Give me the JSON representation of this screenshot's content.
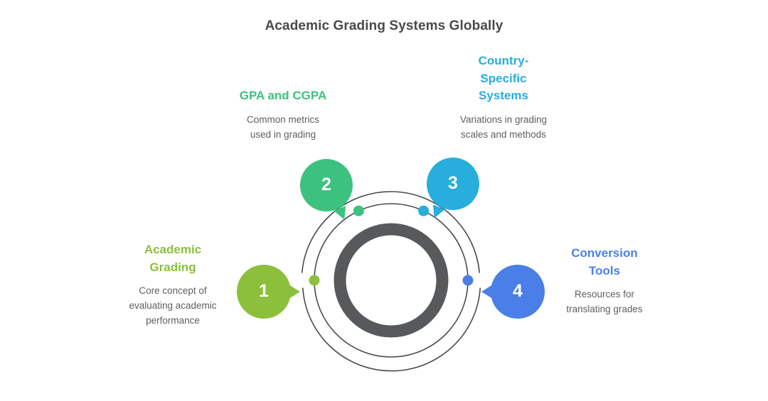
{
  "header": {
    "title": "Academic Grading Systems Globally"
  },
  "colors": {
    "step1": "#8CC03C",
    "step2": "#3CC27E",
    "step3": "#27AEDC",
    "step4": "#4A7FE8",
    "ring_dark": "#58595B",
    "ring_thin": "#4a4a4a",
    "title_text": "#4a4a4a",
    "body_text": "#5d5f5c",
    "background": "#ffffff"
  },
  "diagram": {
    "type": "circular-ring-callout",
    "ring_count": 3,
    "steps": [
      {
        "number": "1",
        "title": "Academic Grading",
        "title_lines": [
          "Academic",
          "Grading"
        ],
        "description": "Core concept of evaluating academic performance",
        "description_lines": [
          "Core concept of",
          "evaluating academic",
          "performance"
        ],
        "color": "#8CC03C",
        "position": "left",
        "dot_angle_deg": 180
      },
      {
        "number": "2",
        "title": "GPA and CGPA",
        "title_lines": [
          "GPA and CGPA"
        ],
        "description": "Common metrics used in grading",
        "description_lines": [
          "Common metrics",
          "used in grading"
        ],
        "color": "#3CC27E",
        "position": "top-left",
        "dot_angle_deg": 115
      },
      {
        "number": "3",
        "title": "Country-Specific Systems",
        "title_lines": [
          "Country-",
          "Specific",
          "Systems"
        ],
        "description": "Variations in grading scales and methods",
        "description_lines": [
          "Variations in grading",
          "scales and methods"
        ],
        "color": "#27AEDC",
        "position": "top-right",
        "dot_angle_deg": 65
      },
      {
        "number": "4",
        "title": "Conversion Tools",
        "title_lines": [
          "Conversion",
          "Tools"
        ],
        "description": "Resources for translating grades",
        "description_lines": [
          "Resources for",
          "translating grades"
        ],
        "color": "#4A7FE8",
        "position": "right",
        "dot_angle_deg": 0
      }
    ]
  }
}
